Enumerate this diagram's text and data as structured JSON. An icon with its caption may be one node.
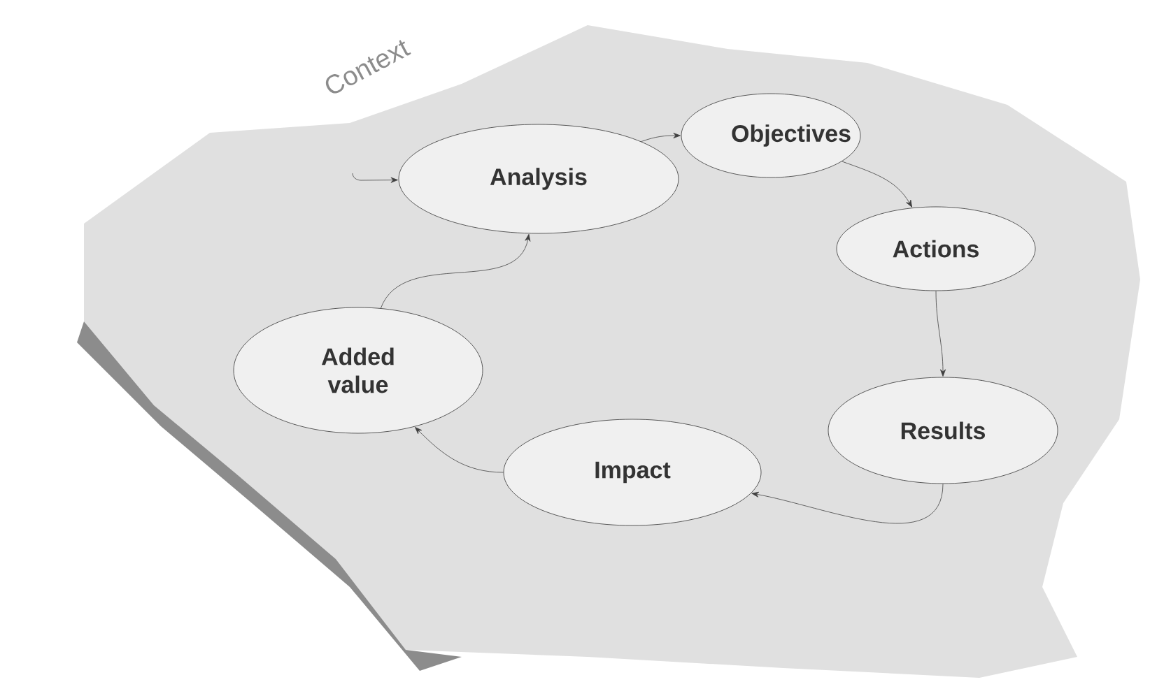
{
  "diagram": {
    "nodes": [
      {
        "text": [
          "Analysis"
        ]
      },
      {
        "text": [
          "Objectives"
        ]
      },
      {
        "text": [
          "Actions"
        ]
      },
      {
        "text": [
          "Results"
        ]
      },
      {
        "text": [
          "Impact"
        ]
      },
      {
        "text": [
          "Added value"
        ]
      }
    ],
    "edges": [
      {
        "from": 0,
        "to": 1,
        "arrow": "to"
      },
      {
        "from": 1,
        "to": 2,
        "arrow": "to"
      },
      {
        "from": 2,
        "to": 3,
        "arrow": "to"
      },
      {
        "from": 3,
        "to": 4,
        "arrow": "to"
      },
      {
        "from": 4,
        "to": 5,
        "arrow": "to"
      },
      {
        "from": 5,
        "to": 0,
        "arrow": "to"
      },
      {
        "from": null,
        "to": 0,
        "arrow": "to"
      }
    ],
    "labels": [
      "Context"
    ]
  }
}
